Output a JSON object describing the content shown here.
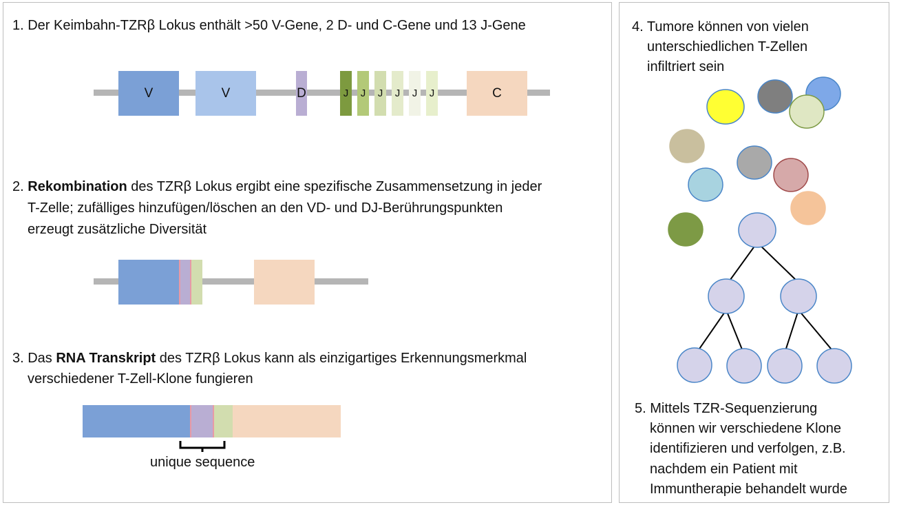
{
  "left_panel": {
    "step1": {
      "text": "1. Der Keimbahn-TZRβ Lokus enthält >50 V-Gene, 2 D- und C-Gene und 13 J-Gene"
    },
    "step2": {
      "num": "2. ",
      "bold": "Rekombination",
      "rest": " des TZRβ Lokus ergibt eine spezifische Zusammensetzung in jeder",
      "line2": "T-Zelle; zufälliges hinzufügen/löschen an den VD- und DJ-Berührungspunkten",
      "line3": "erzeugt zusätzliche Diversität"
    },
    "step3": {
      "num": "3. Das ",
      "bold": "RNA Transkript",
      "rest": " des TZRβ Lokus kann als einzigartiges Erkennungsmerkmal",
      "line2": "verschiedener T-Zell-Klone fungieren"
    },
    "germline_labels": {
      "v1": "V",
      "v2": "V",
      "d": "D",
      "j": [
        "J",
        "J",
        "J",
        "J",
        "J",
        "J"
      ],
      "c": "C"
    },
    "unique_label": "unique sequence"
  },
  "right_panel": {
    "step4": [
      "4. Tumore können von vielen",
      "unterschiedlichen T-Zellen",
      "infiltriert sein"
    ],
    "step5": [
      "5. Mittels TZR-Sequenzierung",
      "können wir verschiedene Klone",
      "identifizieren und verfolgen, z.B.",
      "nachdem ein Patient mit",
      "Immuntherapie behandelt wurde"
    ]
  },
  "colors": {
    "v1": "#7ba0d6",
    "v2": "#a9c4ea",
    "d": "#b9aed3",
    "c": "#f5d7bf",
    "j": [
      "#7d9a3f",
      "#b3c978",
      "#d2ddaf",
      "#e4ebcb",
      "#f1f3e6",
      "#e7efcc"
    ],
    "clone": "#d5d3ea",
    "cells": [
      "#ffff33",
      "#7f7f7f",
      "#7ea8e8",
      "#dfe7c3",
      "#c9bf9e",
      "#a9a9a9",
      "#d6a9a9",
      "#a8d3e0",
      "#f5c49a",
      "#7d9a45"
    ]
  }
}
